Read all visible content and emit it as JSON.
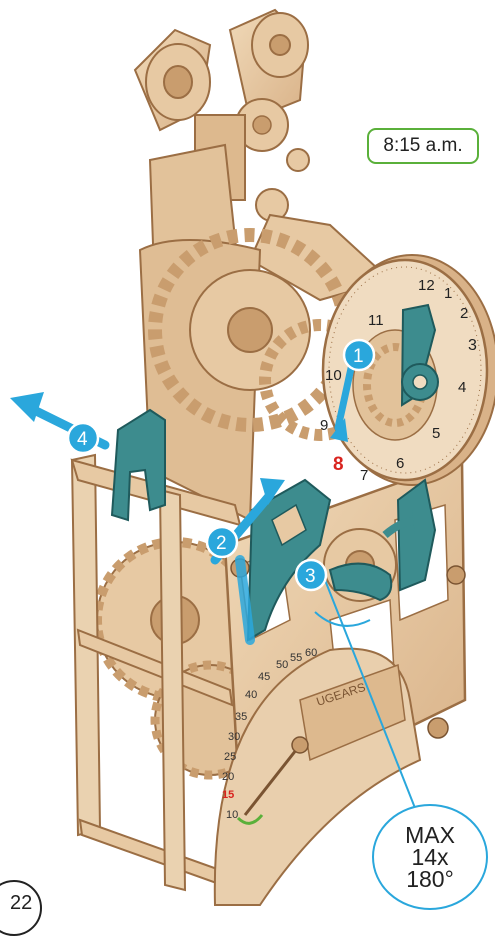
{
  "time_label": "8:15 a.m.",
  "page_number": "22",
  "limit_note": {
    "line1": "MAX",
    "line2": "14x",
    "line3": "180°"
  },
  "step_markers": [
    "1",
    "2",
    "3",
    "4"
  ],
  "clock_numerals": [
    "12",
    "1",
    "2",
    "3",
    "4",
    "5",
    "6",
    "7",
    "8",
    "9",
    "10",
    "11"
  ],
  "highlight_numeral": "8",
  "counter_dial_numbers": [
    "60",
    "55",
    "50",
    "45",
    "40",
    "35",
    "30",
    "25",
    "20",
    "15",
    "10"
  ],
  "counter_highlight_number": "15",
  "brand_text": "UGEARS",
  "colors": {
    "wood": "#e7c9a3",
    "wood_dark": "#c99d6e",
    "wood_edge": "#9b6e44",
    "teal_part": "#3d8c8e",
    "arrow_blue": "#2aa7dc",
    "badge_green": "#5ab03a",
    "highlight_red": "#d9241f"
  },
  "icons": {
    "rotate_arrow": "curved-arrow-icon",
    "direction_arrow": "straight-arrow-icon"
  }
}
